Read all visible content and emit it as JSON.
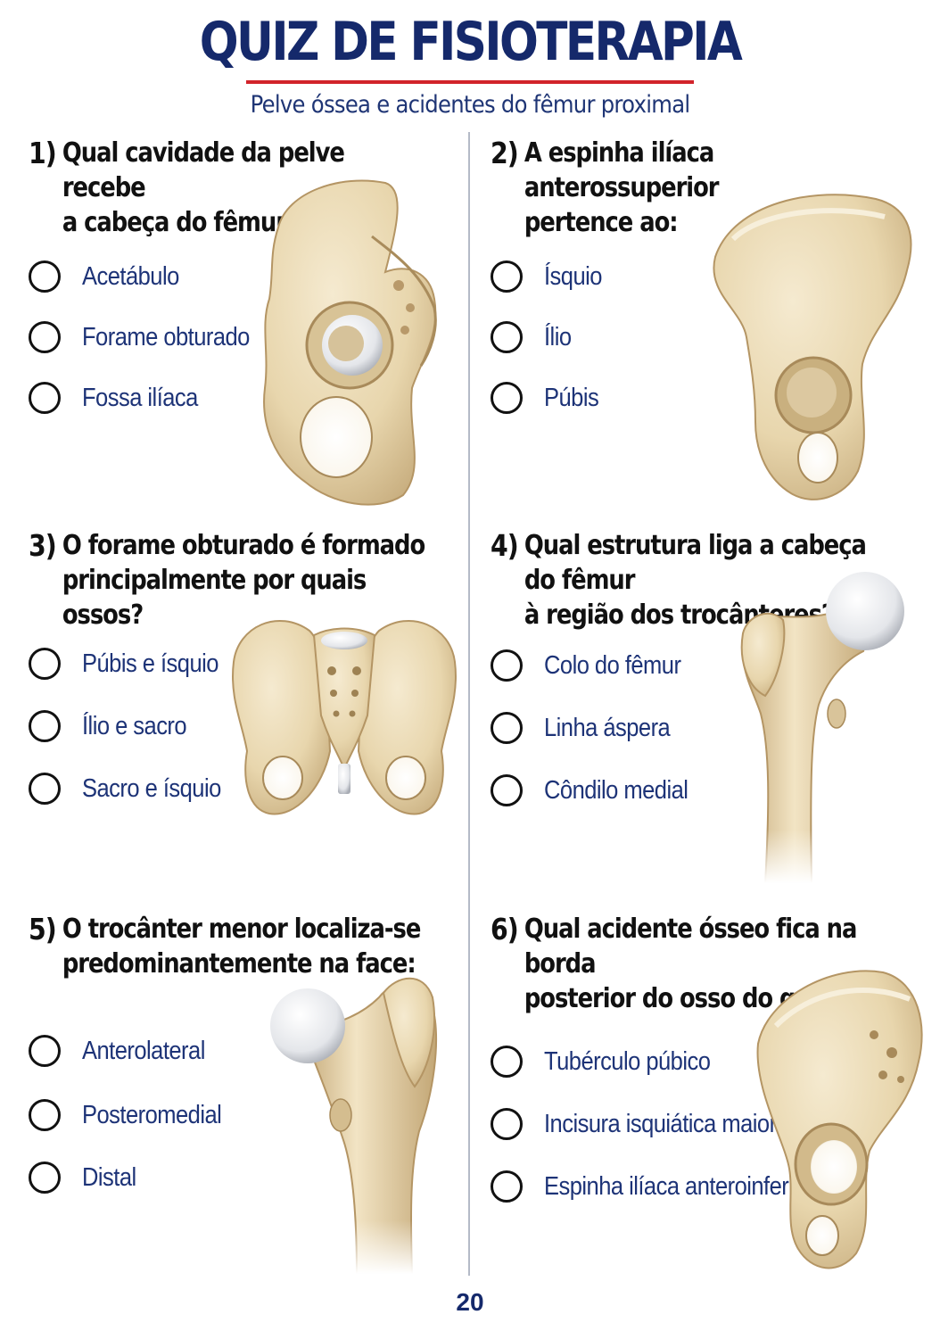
{
  "header": {
    "title": "QUIZ DE FISIOTERAPIA",
    "subtitle": "Pelve óssea e acidentes do fêmur proximal"
  },
  "questions": [
    {
      "number": "1)",
      "text": "Qual cavidade da pelve recebe\na cabeça do fêmur?",
      "options": [
        "Acetábulo",
        "Forame obturado",
        "Fossa ilíaca"
      ],
      "illustration": "hip-bone-lateral-view"
    },
    {
      "number": "2)",
      "text": "A espinha ilíaca anterossuperior\npertence ao:",
      "options": [
        "Ísquio",
        "Ílio",
        "Púbis"
      ],
      "illustration": "hip-bone-anterior-view"
    },
    {
      "number": "3)",
      "text": "O forame obturado é formado\nprincipalmente por quais ossos?",
      "options": [
        "Púbis e ísquio",
        "Ílio e sacro",
        "Sacro e ísquio"
      ],
      "illustration": "pelvis-anterior-view"
    },
    {
      "number": "4)",
      "text": "Qual estrutura liga a cabeça do fêmur\nà região dos trocânteres?",
      "options": [
        "Colo do fêmur",
        "Linha áspera",
        "Côndilo medial"
      ],
      "illustration": "proximal-femur"
    },
    {
      "number": "5)",
      "text": "O trocânter menor localiza-se\npredominantemente na face:",
      "options": [
        "Anterolateral",
        "Posteromedial",
        "Distal"
      ],
      "illustration": "proximal-femur-posterior"
    },
    {
      "number": "6)",
      "text": "Qual acidente ósseo fica na borda\nposterior do osso do quadril?",
      "options": [
        "Tubérculo púbico",
        "Incisura isquiática maior",
        "Espinha ilíaca anteroinferior"
      ],
      "illustration": "hip-bone-posterior-view"
    }
  ],
  "footer": {
    "page_number": "20"
  },
  "colors": {
    "title": "#15296b",
    "title_rule": "#d2232a",
    "option_text": "#1d3377",
    "bone": "#ead9b3",
    "bone_shade": "#c9b284"
  }
}
